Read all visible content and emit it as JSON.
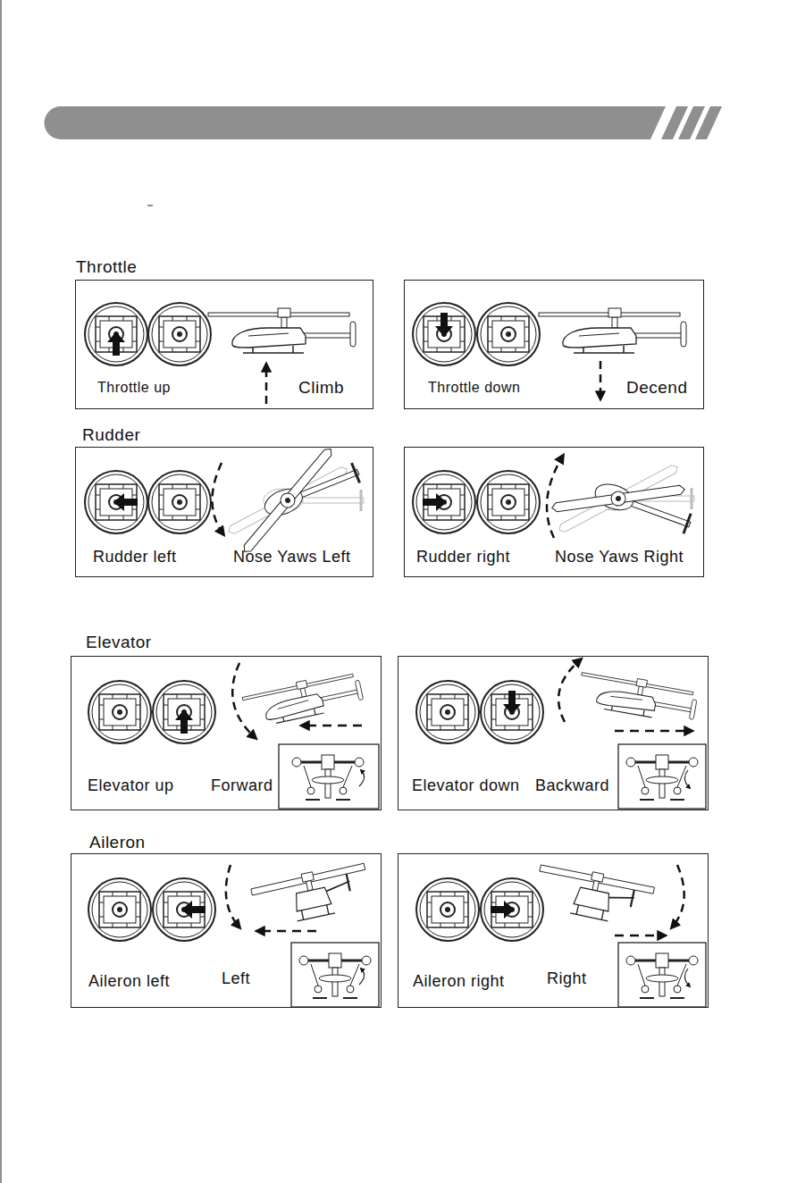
{
  "diagram": {
    "nodes": [
      {
        "text": [
          "Throttle up",
          "Climb"
        ]
      },
      {
        "text": [
          "Throttle down",
          "Decend"
        ]
      },
      {
        "text": [
          "Rudder left",
          "Nose Yaws Left"
        ]
      },
      {
        "text": [
          "Rudder right",
          "Nose Yaws Right"
        ]
      },
      {
        "text": [
          "Elevator up",
          "Forward"
        ]
      },
      {
        "text": [
          "Elevator down",
          "Backward"
        ]
      },
      {
        "text": [
          "Aileron left",
          "Left"
        ]
      },
      {
        "text": [
          "Aileron right",
          "Right"
        ]
      }
    ],
    "labels": [
      "Throttle",
      "Rudder",
      "Elevator",
      "Aileron"
    ]
  }
}
